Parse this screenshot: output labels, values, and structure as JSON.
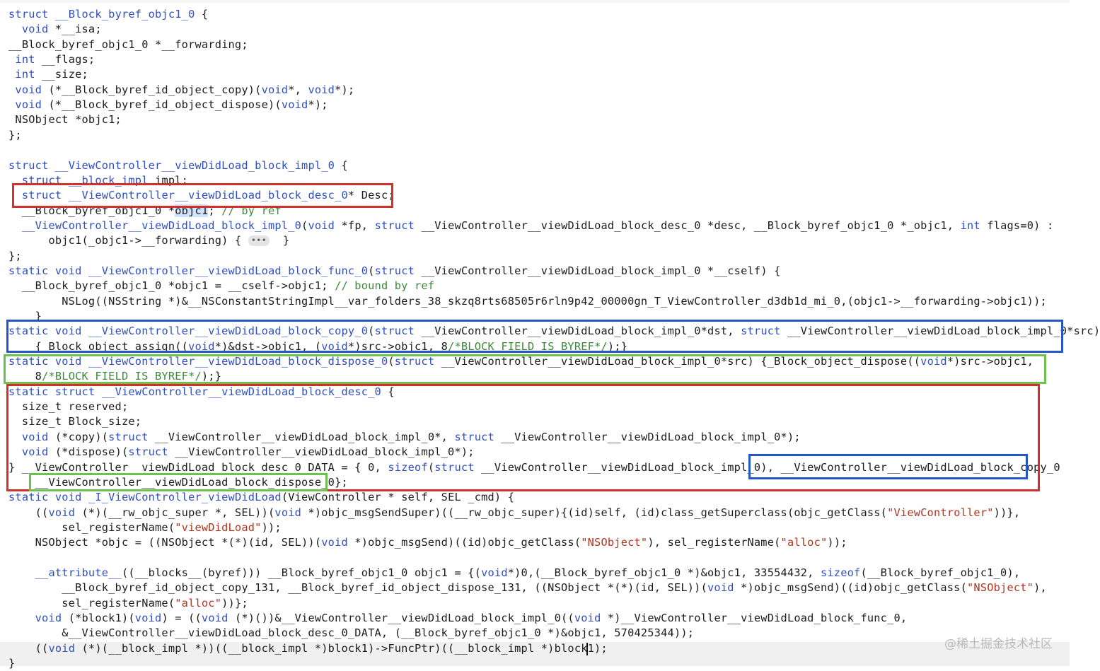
{
  "editor": {
    "lines": [
      [
        [
          "k",
          "struct"
        ],
        [
          "k",
          " __Block_byref_objc1_0"
        ],
        [
          "t",
          " {"
        ]
      ],
      [
        [
          "t",
          "  "
        ],
        [
          "k",
          "void"
        ],
        [
          "t",
          " *__isa;"
        ]
      ],
      [
        [
          "t",
          "__Block_byref_objc1_0 *__forwarding;"
        ]
      ],
      [
        [
          "t",
          " "
        ],
        [
          "k",
          "int"
        ],
        [
          "t",
          " __flags;"
        ]
      ],
      [
        [
          "t",
          " "
        ],
        [
          "k",
          "int"
        ],
        [
          "t",
          " __size;"
        ]
      ],
      [
        [
          "t",
          " "
        ],
        [
          "k",
          "void"
        ],
        [
          "t",
          " (*__Block_byref_id_object_copy)("
        ],
        [
          "k",
          "void"
        ],
        [
          "t",
          "*, "
        ],
        [
          "k",
          "void"
        ],
        [
          "t",
          "*);"
        ]
      ],
      [
        [
          "t",
          " "
        ],
        [
          "k",
          "void"
        ],
        [
          "t",
          " (*__Block_byref_id_object_dispose)("
        ],
        [
          "k",
          "void"
        ],
        [
          "t",
          "*);"
        ]
      ],
      [
        [
          "t",
          " NSObject *objc1;"
        ]
      ],
      [
        [
          "t",
          "};"
        ]
      ],
      [
        [
          "t",
          ""
        ]
      ],
      [
        [
          "k",
          "struct"
        ],
        [
          "k",
          " __ViewController__viewDidLoad_block_impl_0"
        ],
        [
          "t",
          " {"
        ]
      ],
      [
        [
          "t",
          "  "
        ],
        [
          "k",
          "struct"
        ],
        [
          "k",
          " __block_impl"
        ],
        [
          "t",
          " impl;"
        ]
      ],
      [
        [
          "t",
          "  "
        ],
        [
          "k",
          "struct"
        ],
        [
          "k",
          " __ViewController__viewDidLoad_block_desc_0"
        ],
        [
          "t",
          "* Desc;"
        ]
      ],
      [
        [
          "t",
          "  __Block_byref_objc1_0 *"
        ],
        [
          "h",
          "objc1"
        ],
        [
          "t",
          "; "
        ],
        [
          "c",
          "// by ref"
        ]
      ],
      [
        [
          "t",
          "  "
        ],
        [
          "k",
          "__ViewController__viewDidLoad_block_impl_0"
        ],
        [
          "t",
          "("
        ],
        [
          "k",
          "void"
        ],
        [
          "t",
          " *fp, "
        ],
        [
          "k",
          "struct"
        ],
        [
          "t",
          " __ViewController__viewDidLoad_block_desc_0 *desc, __Block_byref_objc1_0 *_objc1, "
        ],
        [
          "k",
          "int"
        ],
        [
          "t",
          " flags=0) :"
        ]
      ],
      [
        [
          "t",
          "      objc1(_objc1->__forwarding) { "
        ],
        [
          "d",
          "•••"
        ],
        [
          "t",
          "  }"
        ]
      ],
      [
        [
          "t",
          "};"
        ]
      ],
      [
        [
          "k",
          "static"
        ],
        [
          "t",
          " "
        ],
        [
          "k",
          "void"
        ],
        [
          "k",
          " __ViewController__viewDidLoad_block_func_0"
        ],
        [
          "t",
          "("
        ],
        [
          "k",
          "struct"
        ],
        [
          "t",
          " __ViewController__viewDidLoad_block_impl_0 *__cself) {"
        ]
      ],
      [
        [
          "t",
          "  __Block_byref_objc1_0 *objc1 = __cself->objc1; "
        ],
        [
          "c",
          "// bound by ref"
        ]
      ],
      [
        [
          "t",
          "        NSLog((NSString *)&__NSConstantStringImpl__var_folders_38_skzq8rts68505r6rln9p42_00000gn_T_ViewController_d3db1d_mi_0,(objc1->__forwarding->objc1));"
        ]
      ],
      [
        [
          "t",
          "    }"
        ]
      ],
      [
        [
          "k",
          "static"
        ],
        [
          "t",
          " "
        ],
        [
          "k",
          "void"
        ],
        [
          "k",
          " __ViewController__viewDidLoad_block_copy_0"
        ],
        [
          "t",
          "("
        ],
        [
          "k",
          "struct"
        ],
        [
          "t",
          " __ViewController__viewDidLoad_block_impl_0*dst, "
        ],
        [
          "k",
          "struct"
        ],
        [
          "t",
          " __ViewController__viewDidLoad_block_impl_0*src)"
        ]
      ],
      [
        [
          "t",
          "    {_Block_object_assign(("
        ],
        [
          "k",
          "void"
        ],
        [
          "t",
          "*)&dst->objc1, ("
        ],
        [
          "k",
          "void"
        ],
        [
          "t",
          "*)src->objc1, 8"
        ],
        [
          "c",
          "/*BLOCK_FIELD_IS_BYREF*/"
        ],
        [
          "t",
          ");}"
        ]
      ],
      [
        [
          "k",
          "static"
        ],
        [
          "t",
          " "
        ],
        [
          "k",
          "void"
        ],
        [
          "k",
          " __ViewController__viewDidLoad_block_dispose_0"
        ],
        [
          "t",
          "("
        ],
        [
          "k",
          "struct"
        ],
        [
          "t",
          " __ViewController__viewDidLoad_block_impl_0*src) {_Block_object_dispose(("
        ],
        [
          "k",
          "void"
        ],
        [
          "t",
          "*)src->objc1,"
        ]
      ],
      [
        [
          "t",
          "    8"
        ],
        [
          "c",
          "/*BLOCK_FIELD_IS_BYREF*/"
        ],
        [
          "t",
          ");}"
        ]
      ],
      [
        [
          "k",
          "static"
        ],
        [
          "t",
          " "
        ],
        [
          "k",
          "struct"
        ],
        [
          "k",
          " __ViewController__viewDidLoad_block_desc_0"
        ],
        [
          "t",
          " {"
        ]
      ],
      [
        [
          "t",
          "  size_t reserved;"
        ]
      ],
      [
        [
          "t",
          "  size_t Block_size;"
        ]
      ],
      [
        [
          "t",
          "  "
        ],
        [
          "k",
          "void"
        ],
        [
          "t",
          " (*copy)("
        ],
        [
          "k",
          "struct"
        ],
        [
          "t",
          " __ViewController__viewDidLoad_block_impl_0*, "
        ],
        [
          "k",
          "struct"
        ],
        [
          "t",
          " __ViewController__viewDidLoad_block_impl_0*);"
        ]
      ],
      [
        [
          "t",
          "  "
        ],
        [
          "k",
          "void"
        ],
        [
          "t",
          " (*dispose)("
        ],
        [
          "k",
          "struct"
        ],
        [
          "t",
          " __ViewController__viewDidLoad_block_impl_0*);"
        ]
      ],
      [
        [
          "t",
          "} __ViewController__viewDidLoad_block_desc_0_DATA = { 0, "
        ],
        [
          "k",
          "sizeof"
        ],
        [
          "t",
          "("
        ],
        [
          "k",
          "struct"
        ],
        [
          "t",
          " __ViewController__viewDidLoad_block_impl_0), __ViewController__viewDidLoad_block_copy_0"
        ]
      ],
      [
        [
          "t",
          "    __ViewController__viewDidLoad_block_dispose_0};"
        ]
      ],
      [
        [
          "k",
          "static"
        ],
        [
          "t",
          " "
        ],
        [
          "k",
          "void"
        ],
        [
          "k",
          " _I_ViewController_viewDidLoad"
        ],
        [
          "t",
          "(ViewController * self, SEL _cmd) {"
        ]
      ],
      [
        [
          "t",
          "    (("
        ],
        [
          "k",
          "void"
        ],
        [
          "t",
          " (*)(__rw_objc_super *, SEL))("
        ],
        [
          "k",
          "void"
        ],
        [
          "t",
          " *)objc_msgSendSuper)((__rw_objc_super){(id)self, (id)class_getSuperclass(objc_getClass("
        ],
        [
          "s",
          "\"ViewController\""
        ],
        [
          "t",
          "))},"
        ]
      ],
      [
        [
          "t",
          "        sel_registerName("
        ],
        [
          "s",
          "\"viewDidLoad\""
        ],
        [
          "t",
          "));"
        ]
      ],
      [
        [
          "t",
          "    NSObject *objc = ((NSObject *(*)(id, SEL))("
        ],
        [
          "k",
          "void"
        ],
        [
          "t",
          " *)objc_msgSend)((id)objc_getClass("
        ],
        [
          "s",
          "\"NSObject\""
        ],
        [
          "t",
          "), sel_registerName("
        ],
        [
          "s",
          "\"alloc\""
        ],
        [
          "t",
          "));"
        ]
      ],
      [
        [
          "t",
          ""
        ]
      ],
      [
        [
          "t",
          "    "
        ],
        [
          "k",
          "__attribute__"
        ],
        [
          "t",
          "((__blocks__(byref))) __Block_byref_objc1_0 objc1 = {("
        ],
        [
          "k",
          "void"
        ],
        [
          "t",
          "*)0,(__Block_byref_objc1_0 *)&objc1, 33554432, "
        ],
        [
          "k",
          "sizeof"
        ],
        [
          "t",
          "(__Block_byref_objc1_0),"
        ]
      ],
      [
        [
          "t",
          "        __Block_byref_id_object_copy_131, __Block_byref_id_object_dispose_131, ((NSObject *(*)(id, SEL))("
        ],
        [
          "k",
          "void"
        ],
        [
          "t",
          " *)objc_msgSend)((id)objc_getClass("
        ],
        [
          "s",
          "\"NSObject\""
        ],
        [
          "t",
          "),"
        ]
      ],
      [
        [
          "t",
          "        sel_registerName("
        ],
        [
          "s",
          "\"alloc\""
        ],
        [
          "t",
          "))};"
        ]
      ],
      [
        [
          "t",
          "    "
        ],
        [
          "k",
          "void"
        ],
        [
          "t",
          " (*block1)("
        ],
        [
          "k",
          "void"
        ],
        [
          "t",
          ") = (("
        ],
        [
          "k",
          "void"
        ],
        [
          "t",
          " (*)())&__ViewController__viewDidLoad_block_impl_0(("
        ],
        [
          "k",
          "void"
        ],
        [
          "t",
          " *)__ViewController__viewDidLoad_block_func_0,"
        ]
      ],
      [
        [
          "t",
          "        &__ViewController__viewDidLoad_block_desc_0_DATA, (__Block_byref_objc1_0 *)&objc1, 570425344));"
        ]
      ],
      [
        [
          "t",
          "    (("
        ],
        [
          "k",
          "void"
        ],
        [
          "t",
          " (*)(__block_impl *))((__block_impl *)block1)->FuncPtr)((__block_impl *)block1);"
        ]
      ],
      [
        [
          "t",
          "}"
        ]
      ]
    ]
  },
  "watermark": "@稀土掘金技术社区",
  "colors": {
    "keyword": "#2f4fc4",
    "string": "#b1361f",
    "comment": "#3a8a3a",
    "box_red": "#d0312d",
    "box_blue": "#2456c8",
    "box_green": "#6cc24a"
  }
}
